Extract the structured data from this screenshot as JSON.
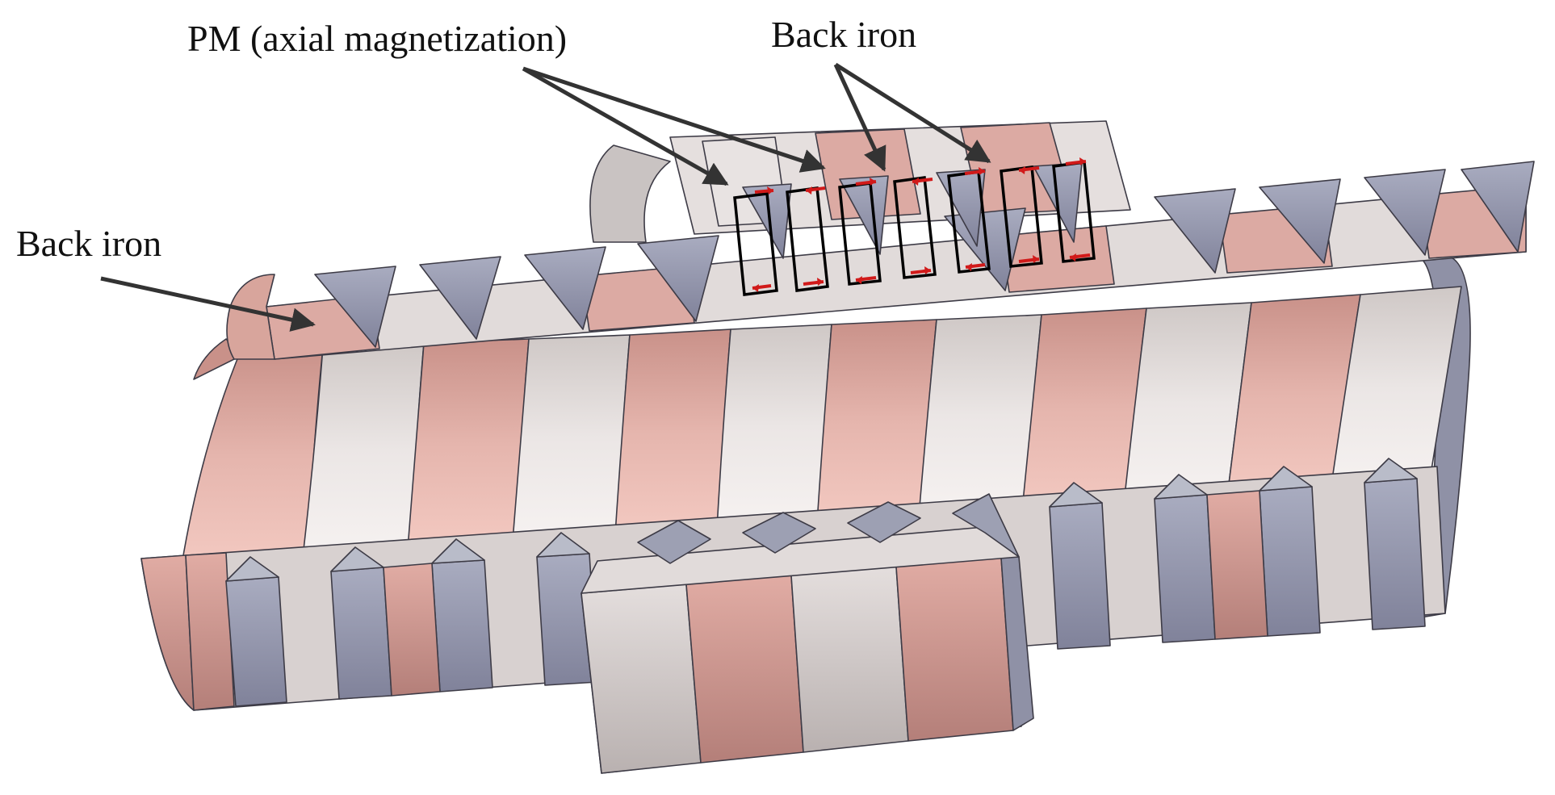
{
  "figure": {
    "labels": {
      "pm_label": "PM (axial magnetization)",
      "back_iron_top": "Back iron",
      "back_iron_left": "Back iron"
    },
    "colors": {
      "pm_pink": "#d8a59c",
      "back_iron_white": "#dfd8d6",
      "wedge_blue": "#9da0b3",
      "arrow_red": "#d11a1a",
      "outline": "#3d3b46"
    },
    "magnetization_boxes": 7
  }
}
